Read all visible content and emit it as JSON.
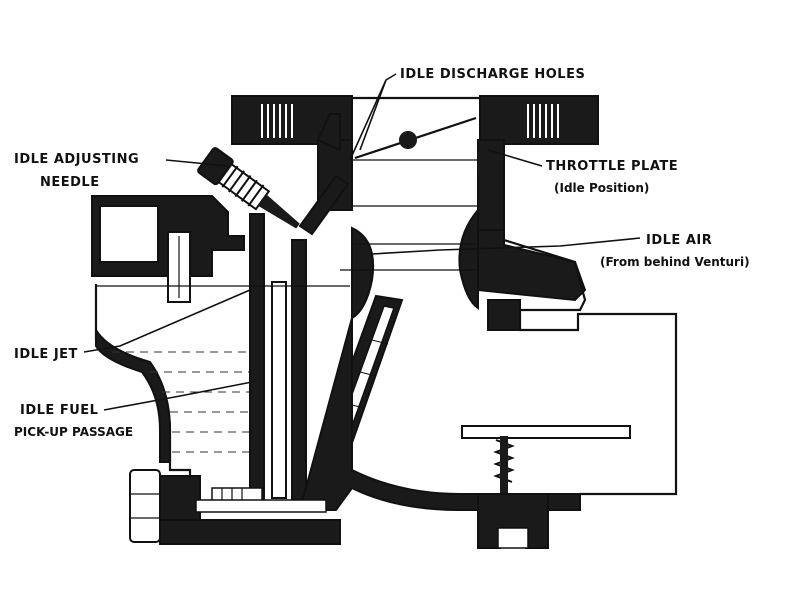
{
  "labels": {
    "idle_discharge_holes": "IDLE DISCHARGE HOLES",
    "idle_adjusting_needle_1": "IDLE ADJUSTING",
    "idle_adjusting_needle_2": "NEEDLE",
    "throttle_plate": "THROTTLE PLATE",
    "throttle_plate_sub": "(Idle Position)",
    "idle_air": "IDLE AIR",
    "idle_air_sub": "(From behind Venturi)",
    "idle_jet": "IDLE JET",
    "idle_fuel_1": "IDLE FUEL",
    "idle_fuel_2": "PICK-UP PASSAGE"
  },
  "colors": {
    "ink": "#1a1a1a",
    "paper": "#ffffff"
  }
}
